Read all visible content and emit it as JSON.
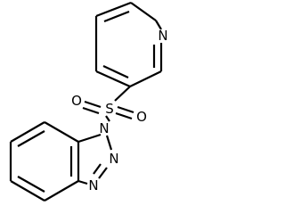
{
  "molecule": {
    "atoms": {
      "pyridine_n": "N",
      "sulfur": "S",
      "oxygen_left": "O",
      "oxygen_right": "O",
      "triazole_n1": "N",
      "triazole_n2": "N",
      "triazole_n3": "N"
    }
  }
}
